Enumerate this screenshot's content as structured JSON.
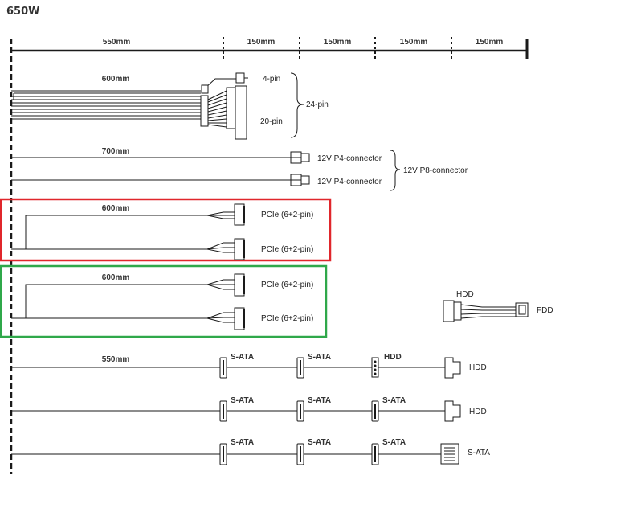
{
  "title": "650W",
  "ruler": {
    "segments": [
      "550mm",
      "150mm",
      "150mm",
      "150mm",
      "150mm"
    ]
  },
  "atx": {
    "length": "600mm",
    "pin4": "4-pin",
    "pin20": "20-pin",
    "pin24": "24-pin"
  },
  "cpu": {
    "length": "700mm",
    "conn1": "12V P4-connector",
    "conn2": "12V P4-connector",
    "group": "12V P8-connector"
  },
  "pcie_red": {
    "length": "600mm",
    "conn1": "PCIe (6+2-pin)",
    "conn2": "PCIe (6+2-pin)",
    "highlight_color": "#e0262b"
  },
  "pcie_green": {
    "length": "600mm",
    "conn1": "PCIe (6+2-pin)",
    "conn2": "PCIe (6+2-pin)",
    "highlight_color": "#2fa84a"
  },
  "hdd_fdd": {
    "hdd": "HDD",
    "fdd": "FDD"
  },
  "peripheral1": {
    "length": "550mm",
    "c1": "S-ATA",
    "c2": "S-ATA",
    "c3": "HDD",
    "end": "HDD"
  },
  "peripheral2": {
    "c1": "S-ATA",
    "c2": "S-ATA",
    "c3": "S-ATA",
    "end": "HDD"
  },
  "peripheral3": {
    "c1": "S-ATA",
    "c2": "S-ATA",
    "c3": "S-ATA",
    "end": "S-ATA"
  }
}
